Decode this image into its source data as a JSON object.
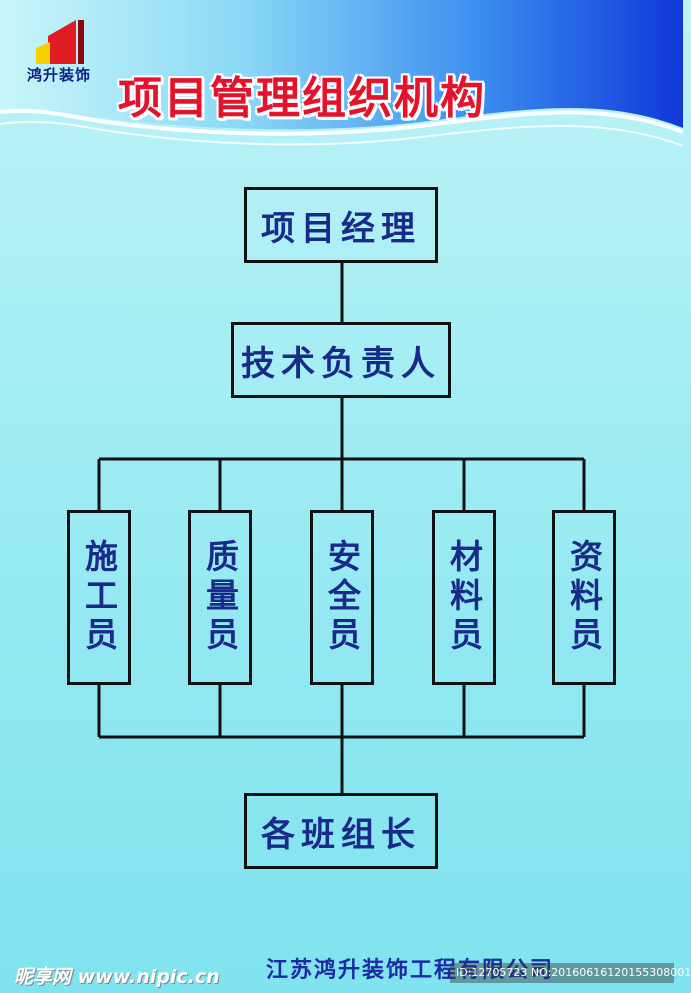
{
  "header": {
    "logo_text": "鸿升装饰",
    "title": "项目管理组织机构"
  },
  "org": {
    "top": "项目经理",
    "second": "技术负责人",
    "roles": [
      "施工员",
      "质量员",
      "安全员",
      "材料员",
      "资料员"
    ],
    "bottom": "各班组长"
  },
  "footer": {
    "company": "江苏鸿升装饰工程有限公司",
    "watermark_site": "昵享网 www.nipic.cn",
    "watermark_id": "ID:12705723 NO:20160616120155308001"
  },
  "colors": {
    "title_red": "#e4122b",
    "node_text_blue": "#1a2a8a",
    "header_blue": "#1a5fe0",
    "logo_red": "#e11b22",
    "logo_yellow": "#f6d000"
  }
}
